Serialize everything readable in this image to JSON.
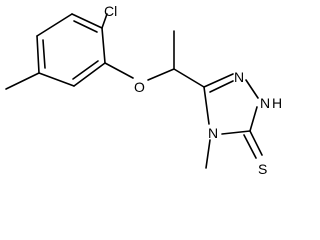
{
  "molecule": {
    "atoms": {
      "cl": "Cl",
      "o": "O",
      "n1": "N",
      "nh": "H",
      "n4": "N",
      "s": "S"
    }
  }
}
